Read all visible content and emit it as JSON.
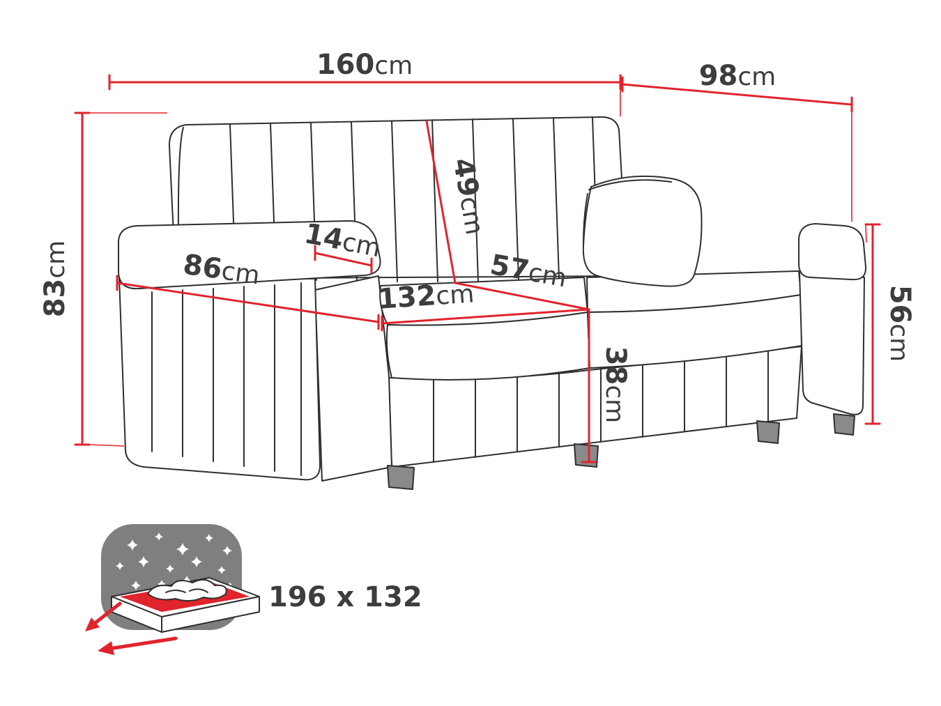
{
  "colors": {
    "dimension_red": "#e1232b",
    "drawing_line": "#2e2e2e",
    "text": "#3d3d3d",
    "night_gray": "#7f7f7f"
  },
  "dimensions": {
    "overall_width": {
      "num": "160",
      "unit": "cm"
    },
    "overall_depth": {
      "num": "98",
      "unit": "cm"
    },
    "overall_height": {
      "num": "83",
      "unit": "cm"
    },
    "backrest_height": {
      "num": "49",
      "unit": "cm"
    },
    "armrest_width": {
      "num": "14",
      "unit": "cm"
    },
    "armrest_length": {
      "num": "86",
      "unit": "cm"
    },
    "seat_depth": {
      "num": "57",
      "unit": "cm"
    },
    "seat_width": {
      "num": "132",
      "unit": "cm"
    },
    "arm_height": {
      "num": "56",
      "unit": "cm"
    },
    "seat_height": {
      "num": "38",
      "unit": "cm"
    }
  },
  "sleeping_area": {
    "size_label": "196 x 132",
    "icon": "fold-out-bed-night-icon"
  }
}
